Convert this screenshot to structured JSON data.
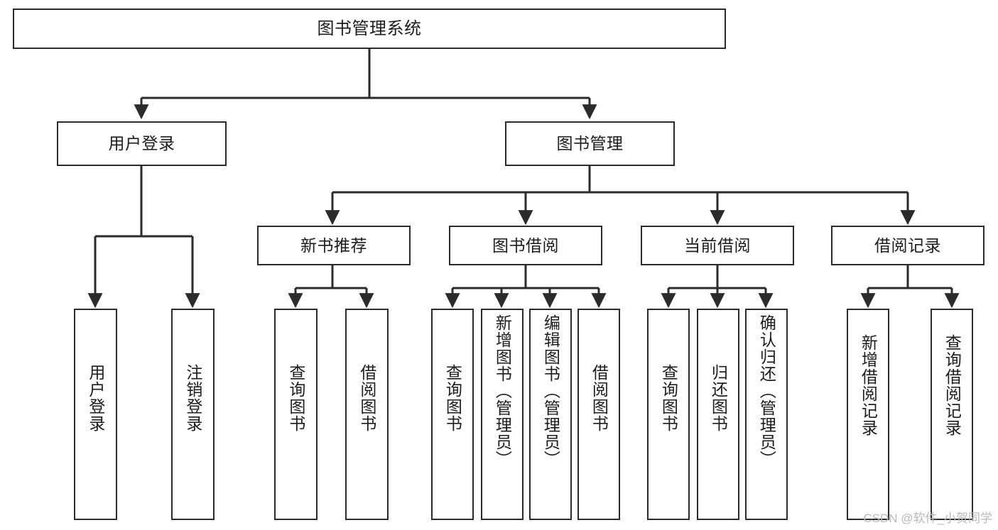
{
  "diagram": {
    "type": "tree-hierarchy-chart",
    "title": "图书管理系统",
    "orientation": "top-down",
    "line_color": "#2b2b2b",
    "box_fill": "#ffffff",
    "text_color": "#1c1c1c",
    "levels": 4
  },
  "nodes": {
    "root": {
      "label": "图书管理系统"
    },
    "level2": [
      {
        "id": "user-login",
        "label": "用户登录"
      },
      {
        "id": "book-manage",
        "label": "图书管理"
      }
    ],
    "level3": [
      {
        "id": "new-book-recommend",
        "label": "新书推荐"
      },
      {
        "id": "book-borrow",
        "label": "图书借阅"
      },
      {
        "id": "current-borrow",
        "label": "当前借阅"
      },
      {
        "id": "borrow-record",
        "label": "借阅记录"
      }
    ],
    "leaves": {
      "user-login": [
        {
          "id": "leaf-user-login",
          "label": "用户登录"
        },
        {
          "id": "leaf-logout-login",
          "label": "注销登录"
        }
      ],
      "new-book-recommend": [
        {
          "id": "leaf-query-book-1",
          "label": "查询图书"
        },
        {
          "id": "leaf-borrow-book-1",
          "label": "借阅图书"
        }
      ],
      "book-borrow": [
        {
          "id": "leaf-query-book-2",
          "label": "查询图书"
        },
        {
          "id": "leaf-add-book",
          "label": "新增图书（管理员）"
        },
        {
          "id": "leaf-edit-book",
          "label": "编辑图书（管理员）"
        },
        {
          "id": "leaf-borrow-book-2",
          "label": "借阅图书"
        }
      ],
      "current-borrow": [
        {
          "id": "leaf-query-book-3",
          "label": "查询图书"
        },
        {
          "id": "leaf-return-book",
          "label": "归还图书"
        },
        {
          "id": "leaf-confirm-return",
          "label": "确认归还（管理员）"
        }
      ],
      "borrow-record": [
        {
          "id": "leaf-add-record",
          "label": "新增借阅记录"
        },
        {
          "id": "leaf-query-record",
          "label": "查询借阅记录"
        }
      ]
    }
  },
  "watermark": {
    "text": "CSDN @软件_小贺同学"
  }
}
